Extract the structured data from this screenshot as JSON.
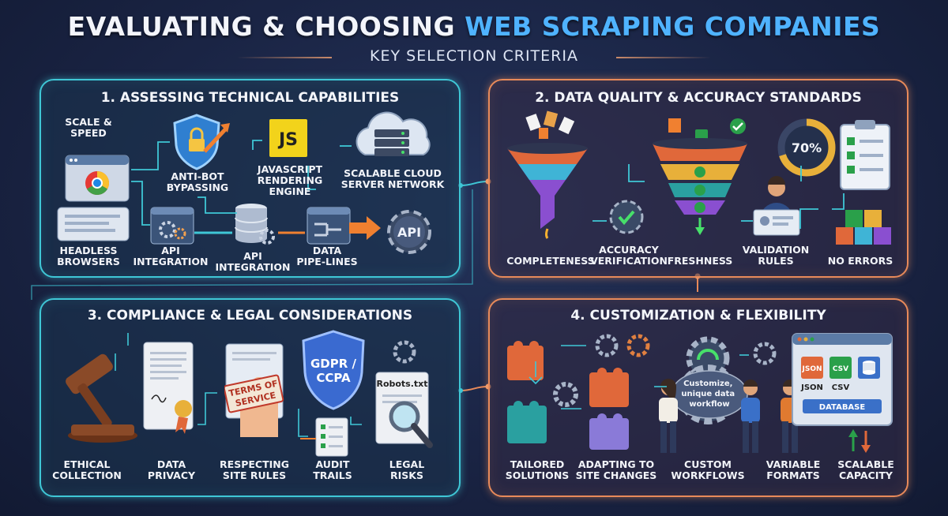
{
  "header": {
    "title_main": "EVALUATING & CHOOSING ",
    "title_accent": "WEB SCRAPING COMPANIES",
    "subtitle": "KEY SELECTION CRITERIA"
  },
  "colors": {
    "cyan_border": "#3fc7d6",
    "orange_border": "#e88a5a",
    "title_accent": "#4fb3ff",
    "background": "#1a2444"
  },
  "panel1": {
    "title": "1. ASSESSING TECHNICAL CAPABILITIES",
    "labels": {
      "scale_speed": "SCALE &\nSPEED",
      "anti_bot": "ANTI-BOT\nBYPASSING",
      "js_engine": "JAVASCRIPT\nRENDERING\nENGINE",
      "cloud": "SCALABLE CLOUD\nSERVER NETWORK",
      "headless": "HEADLESS\nBROWSERS",
      "api_integration_1": "API\nINTEGRATION",
      "api_integration_2": "API\nINTEGRATION",
      "pipelines": "DATA\nPIPE-LINES"
    },
    "icon_text": {
      "js": "JS",
      "api": "API"
    }
  },
  "panel2": {
    "title": "2. DATA QUALITY & ACCURACY STANDARDS",
    "labels": {
      "completeness": "COMPLETENESS",
      "accuracy": "ACCURACY\nVERIFICATION",
      "freshness": "FRESHNESS",
      "validation": "VALIDATION\nRULES",
      "no_errors": "NO ERRORS"
    },
    "gauge": {
      "text": "70%",
      "value": 0.7
    }
  },
  "panel3": {
    "title": "3. COMPLIANCE & LEGAL CONSIDERATIONS",
    "labels": {
      "ethical": "ETHICAL\nCOLLECTION",
      "privacy": "DATA\nPRIVACY",
      "site_rules": "RESPECTING\nSITE RULES",
      "audit": "AUDIT\nTRAILS",
      "legal": "LEGAL\nRISKS"
    },
    "icon_text": {
      "tos_1": "TERMS OF",
      "tos_2": "SERVICE",
      "gdpr_1": "GDPR /",
      "gdpr_2": "CCPA",
      "robots": "Robots.txt"
    }
  },
  "panel4": {
    "title": "4. CUSTOMIZATION & FLEXIBILITY",
    "labels": {
      "tailored": "TAILORED\nSOLUTIONS",
      "adapting": "ADAPTING TO\nSITE CHANGES",
      "workflows": "CUSTOM\nWORKFLOWS",
      "formats": "VARIABLE\nFORMATS",
      "capacity": "SCALABLE\nCAPACITY"
    },
    "icon_text": {
      "bubble": "Customize,\nunique data\nworkflow",
      "json_box": "JSON",
      "csv_box": "CSV",
      "json_cap": "JSON",
      "csv_cap": "CSV",
      "database": "DATABASE"
    }
  }
}
